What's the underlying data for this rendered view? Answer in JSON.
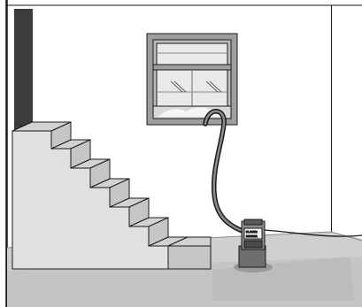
{
  "illustration": {
    "subject": "basement-submersible-pump-drainage",
    "pump_label_line1": "BLACK&",
    "pump_label_line2": "DECKER",
    "colors": {
      "outline": "#1a1a1a",
      "wall": "#ffffff",
      "floor": "#c8c8c8",
      "floor_dark": "#bdbdbd",
      "stair_face": "#d6d6d6",
      "stair_side": "#e2e2e2",
      "pillar": "#3c3c3c",
      "window_frame": "#9e9e9e",
      "window_glass": "#e9e9e9",
      "hose": "#3a3a3a",
      "pump_body": "#6e6e6e",
      "pump_label_bg": "#f2f2f2",
      "water_puddle": "#b3b3b3"
    },
    "icons": [
      "staircase-icon",
      "window-icon",
      "hose-icon",
      "pump-icon",
      "power-cord-icon"
    ]
  }
}
